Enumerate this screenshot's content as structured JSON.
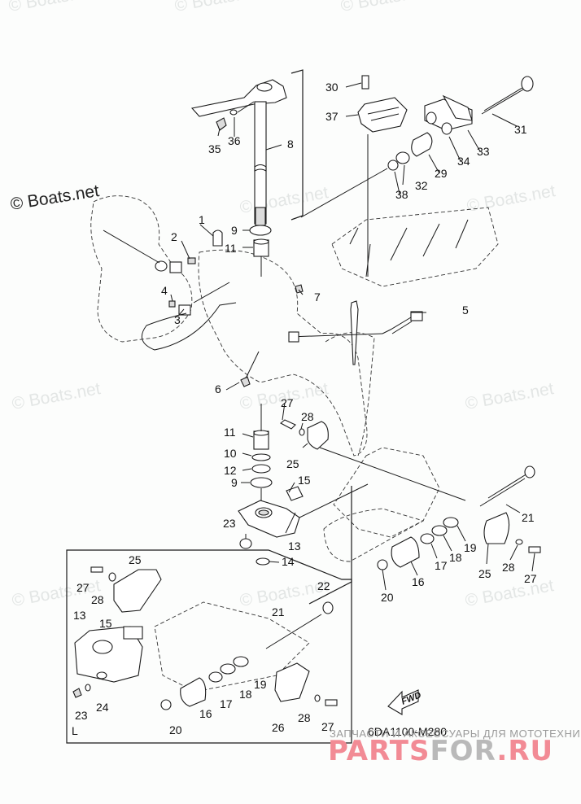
{
  "diagram": {
    "title": "Mount / Steering bracket exploded view",
    "drawing_code": "6DA1100-M280",
    "direction_badge": "FWD",
    "inset_label": "L"
  },
  "watermarks": {
    "text": "© Boats.net",
    "strong_text": "© Boats.net"
  },
  "footer": {
    "ru_caption": "ЗАПЧАСТИ И АКСЕССУАРЫ ДЛЯ МОТОТЕХНИКИ",
    "brand_part1": "PARTS",
    "brand_part2": "FOR",
    "brand_part3": ".RU",
    "brand_color_primary": "#f28b95",
    "brand_color_secondary": "#b9b9b9"
  },
  "callouts": {
    "c1": "1",
    "c2": "2",
    "c3": "3",
    "c4": "4",
    "c5": "5",
    "c6": "6",
    "c7": "7",
    "c8": "8",
    "c9a": "9",
    "c9b": "9",
    "c10": "10",
    "c11a": "11",
    "c11b": "11",
    "c12": "12",
    "c13a": "13",
    "c14": "14",
    "c15a": "15",
    "c16a": "16",
    "c17a": "17",
    "c18a": "18",
    "c19a": "19",
    "c20a": "20",
    "c21a": "21",
    "c23a": "23",
    "c25a": "25",
    "c25b": "25",
    "c27a": "27",
    "c27b": "27",
    "c28a": "28",
    "c28b": "28",
    "c29": "29",
    "c30": "30",
    "c31": "31",
    "c32": "32",
    "c33": "33",
    "c34": "34",
    "c35": "35",
    "c36": "36",
    "c37": "37",
    "c38": "38",
    "i25": "25",
    "i27a": "27",
    "i28a": "28",
    "i13": "13",
    "i15": "15",
    "i22": "22",
    "i21": "21",
    "i19": "19",
    "i18": "18",
    "i17": "17",
    "i16": "16",
    "i23": "23",
    "i24": "24",
    "i20": "20",
    "i26": "26",
    "i28b": "28",
    "i27b": "27"
  }
}
